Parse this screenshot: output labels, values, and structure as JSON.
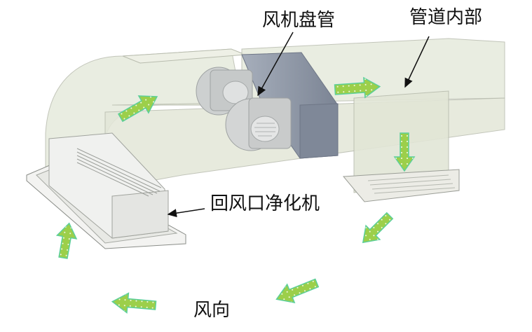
{
  "labels": {
    "fan_coil": "风机盘管",
    "duct_interior": "管道内部",
    "return_air_purifier": "回风口净化机",
    "wind_direction": "风向"
  },
  "colors": {
    "duct_fill": "#e6eadc",
    "duct_edge": "#b8bcae",
    "coil_block": "#8f98a8",
    "fan_housing": "#cdd0d0",
    "purifier_body": "#f0f1ef",
    "arrow_fill": "#9ccf4a",
    "arrow_edge": "#5ccf9a",
    "text": "#111111"
  },
  "icons": {
    "arrow": "flow-arrow-icon",
    "pointer": "leader-line-arrow"
  }
}
